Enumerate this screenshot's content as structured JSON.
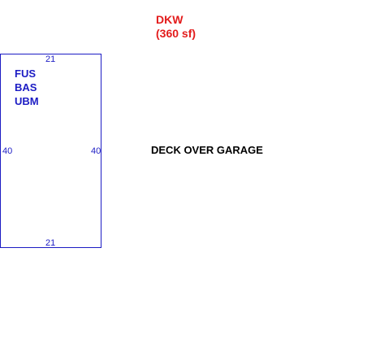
{
  "area": {
    "code": "DKW",
    "size": "(360 sf)"
  },
  "room": {
    "dimensions": {
      "top": "21",
      "bottom": "21",
      "left": "40",
      "right": "40"
    },
    "codes": [
      "FUS",
      "BAS",
      "UBM"
    ],
    "stroke_color": "#1c1cc4"
  },
  "label": "DECK OVER GARAGE",
  "colors": {
    "area_label": "#e31c1c",
    "room_text": "#1c1cc4",
    "main_label": "#000000"
  }
}
